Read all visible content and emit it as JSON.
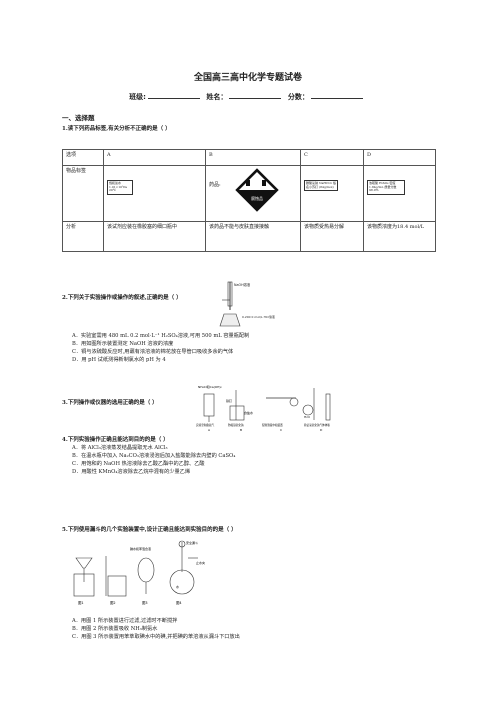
{
  "title": "全国高三高中化学专题试卷",
  "info": {
    "class_label": "班级:",
    "name_label": "姓名：",
    "score_label": "分数："
  },
  "section": "一、选择题",
  "q1": {
    "stem": "1.读下列药品标签,有关分析不正确的是（ ）",
    "table": {
      "headers": [
        "选项",
        "A",
        "B",
        "C",
        "D"
      ],
      "row_label": "物品标签",
      "b_prefix": "药品:",
      "label_a": "饱和氯水 1.01×10⁵Pa 20℃",
      "label_c": "碳酸氢钠 NaHCO₃ 俗名小苏打 (84g/mol)",
      "label_d": "浓硫酸 H₂SO₄ 密度1.84g/mL 质量分数98.0%",
      "diamond_text": "腐蚀品",
      "analysis_label": "分析",
      "analysis": [
        "该试剂应装在橡胶塞的细口瓶中",
        "该药品不能与皮肤直接接触",
        "该物质受热易分解",
        "该物质浓度为18.4 mol/L"
      ]
    }
  },
  "q2": {
    "stem": "2.下列关于实验操作或操作的叙述,正确的是（ ）",
    "fig_label1": "NaOH溶液",
    "fig_label2": "0.200 0 mol/L HCl溶液",
    "options": [
      "A．实验室需用 480 mL 0.2 mol·L⁻¹ H₂SO₄溶液,可用 500 mL 容量瓶配制",
      "B．用如图所示装置测定 NaOH 溶液的浓度",
      "C．铜与浓硫酸反应时,用蘸有浓溶液的棉花放在导管口吸收多余的气体",
      "D．用 pH 试纸测得新制氯水的 pH 为 4"
    ]
  },
  "q3": {
    "stem": "3.下列操作或仪器的选用正确的是（ ）",
    "fig_labels": [
      "NH₄Cl和Ca(OH)₂",
      "铁钉",
      "食盐水",
      "H₂O",
      "实验室制备氨气",
      "防吸铁氧化钠",
      "配制溶液中和装置",
      "验证氢氧化钠气体体积"
    ],
    "letters": [
      "A",
      "B",
      "C",
      "D"
    ]
  },
  "q4": {
    "stem": "4.下列实验操作正确且能达到目的的是（ ）",
    "options": [
      "A．将 AlCl₃溶液蒸发结晶提取无水 AlCl₃",
      "B．在温水瓶中加入 Na₂CO₃溶液浸泡后加入盐酸能除去内壁的 CaSO₄",
      "C．用饱和的 NaOH 热溶液除去乙酸乙酯中的乙醇、乙酸",
      "D．用酸性 KMnO₄溶液除去乙烷中混有的少量乙烯"
    ]
  },
  "q5": {
    "stem": "5.下列使用漏斗的几个实验装置中,设计正确且能达到实验目的的是（ ）",
    "fig_labels": [
      "安全漏斗",
      "碘水和苯混合液",
      "水",
      "止水夹",
      "图1",
      "图2",
      "图3",
      "图4"
    ],
    "options": [
      "A．用图 1 所示装置进行过滤,过滤时不断搅拌",
      "B．用图 2 所示装置吸收 NH₃制氨水",
      "C．用图 3 所示装置用苯萃取碘水中的碘,并把碘的苯溶液从漏斗下口放出"
    ]
  }
}
